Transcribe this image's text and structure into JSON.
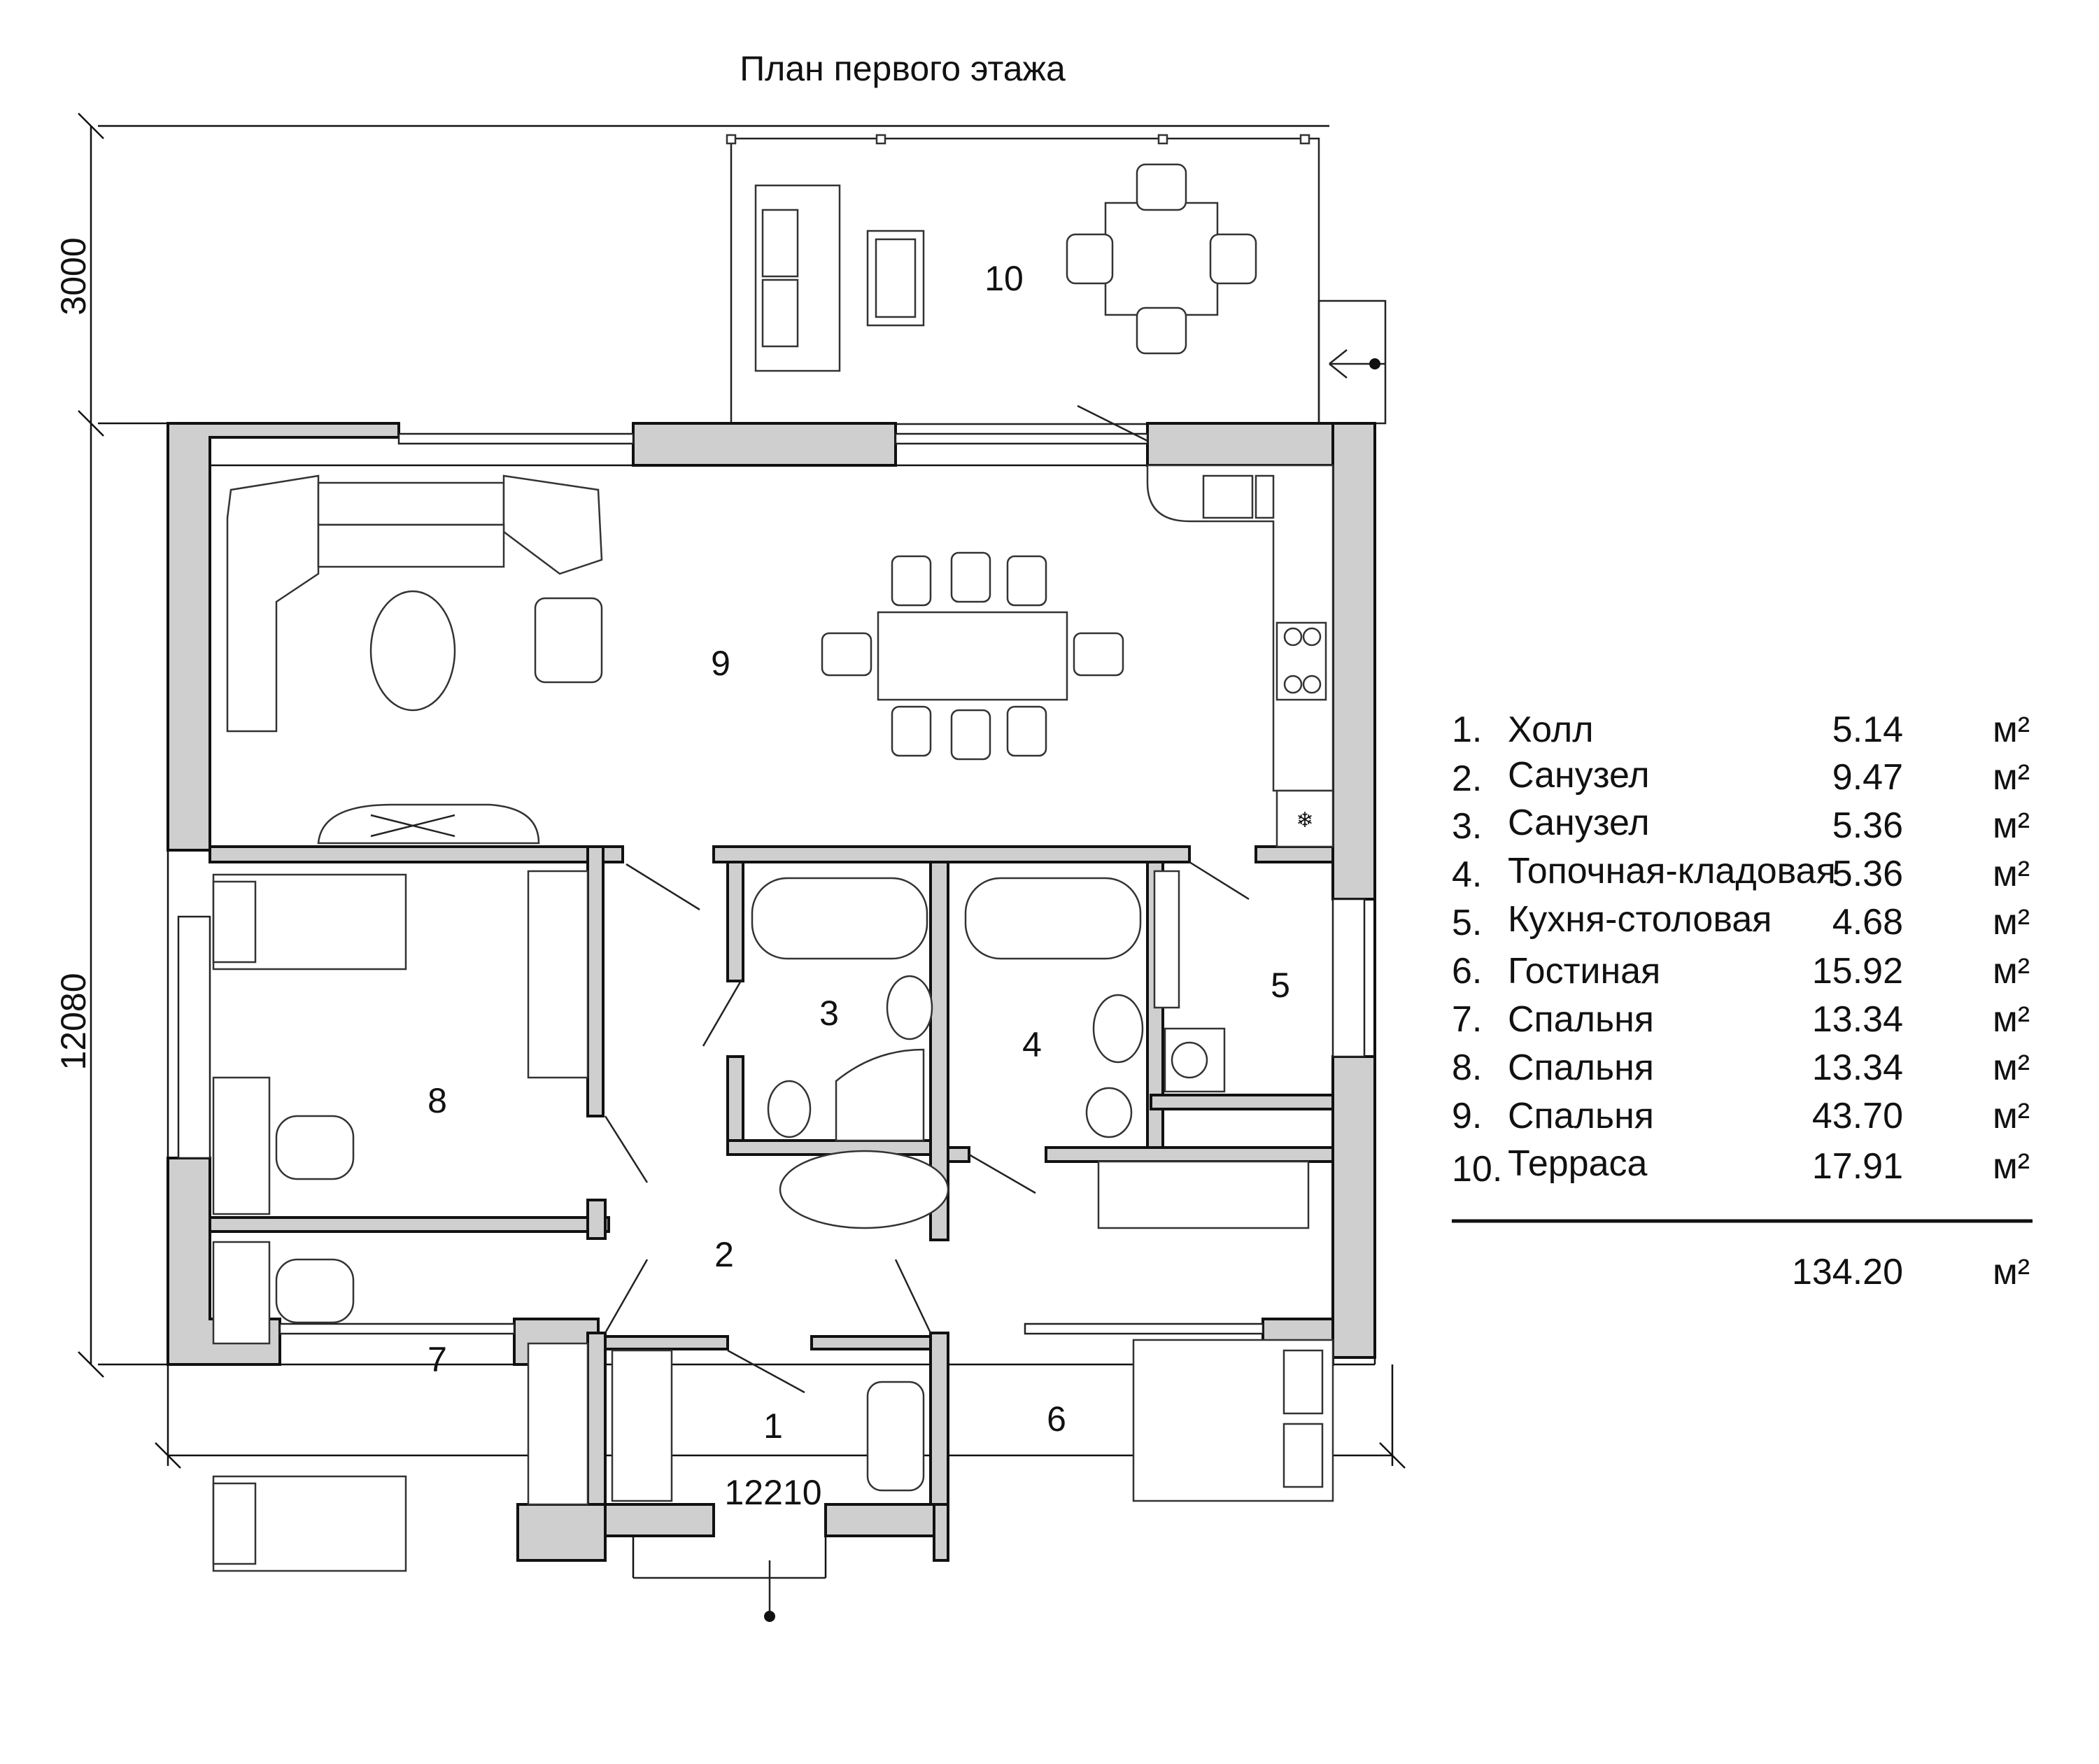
{
  "title": "План первого этажа",
  "dimensions": {
    "top_height": "3000",
    "side_height": "12080",
    "bottom_width": "12210"
  },
  "rooms": [
    {
      "num": "1"
    },
    {
      "num": "2"
    },
    {
      "num": "3"
    },
    {
      "num": "4"
    },
    {
      "num": "5"
    },
    {
      "num": "6"
    },
    {
      "num": "7"
    },
    {
      "num": "8"
    },
    {
      "num": "9"
    },
    {
      "num": "10"
    }
  ],
  "legend": {
    "unit": "м²",
    "items": [
      {
        "num": "1.",
        "name": "Холл",
        "area": "5.14"
      },
      {
        "num": "2.",
        "name": "Санузел",
        "area": "9.47"
      },
      {
        "num": "3.",
        "name": "Санузел",
        "area": "5.36"
      },
      {
        "num": "4.",
        "name": "Топочная-кладовая",
        "area": "5.36"
      },
      {
        "num": "5.",
        "name": "Кухня-столовая",
        "area": "4.68"
      },
      {
        "num": "6.",
        "name": "Гостиная",
        "area": "15.92"
      },
      {
        "num": "7.",
        "name": "Спальня",
        "area": "13.34"
      },
      {
        "num": "8.",
        "name": "Спальня",
        "area": "13.34"
      },
      {
        "num": "9.",
        "name": "Спальня",
        "area": "43.70"
      },
      {
        "num": "10.",
        "name": "Терраса",
        "area": "17.91"
      }
    ],
    "total": "134.20"
  }
}
